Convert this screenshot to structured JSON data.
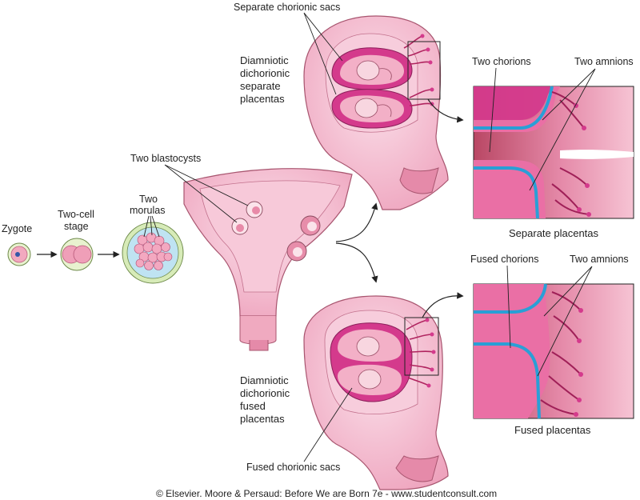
{
  "labels": {
    "zygote": "Zygote",
    "two_cell_1": "Two-cell",
    "two_cell_2": "stage",
    "two_morulas_1": "Two",
    "two_morulas_2": "morulas",
    "two_blastocysts": "Two blastocysts",
    "separate_sacs": "Separate chorionic sacs",
    "top_desc_1": "Diamniotic",
    "top_desc_2": "dichorionic",
    "top_desc_3": "separate",
    "top_desc_4": "placentas",
    "bottom_desc_1": "Diamniotic",
    "bottom_desc_2": "dichorionic",
    "bottom_desc_3": "fused",
    "bottom_desc_4": "placentas",
    "fused_sacs": "Fused chorionic sacs",
    "two_chorions": "Two chorions",
    "two_amnions_top": "Two amnions",
    "separate_placentas": "Separate placentas",
    "fused_chorions": "Fused chorions",
    "two_amnions_bottom": "Two amnions",
    "fused_placentas": "Fused placentas"
  },
  "footer": {
    "credit": "© Elsevier. Moore & Persaud: Before We are Born 7e - www.studentconsult.com"
  },
  "colors": {
    "uterus_pink": "#f3b8cd",
    "uterus_dark": "#d9708f",
    "placenta_magenta": "#d43a8c",
    "amnion_blue": "#2a9fd6",
    "inset_bg": "#c7536f",
    "cell_green": "#cfe6a8"
  }
}
